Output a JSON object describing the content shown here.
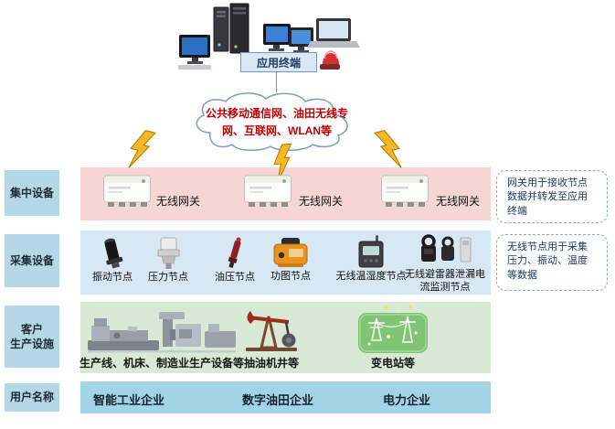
{
  "colors": {
    "band_centralized": "#f6d6d4",
    "band_collection": "#d7e7f3",
    "band_facilities": "#d8e9d4",
    "band_users": "#a3d4e6",
    "row_label_bg": "#b5d8e6",
    "cloud_text": "#c00000",
    "callout_text": "#1f3b66",
    "bolt": "#f2b924"
  },
  "top": {
    "app_terminal": "应用终端",
    "cloud_text": "公共移动通信网、油田无线专网、互联网、WLAN等"
  },
  "rows": {
    "centralized": {
      "label": "集中设备",
      "gateways": [
        {
          "label": "无线网关"
        },
        {
          "label": "无线网关"
        },
        {
          "label": "无线网关"
        }
      ]
    },
    "collection": {
      "label": "采集设备",
      "nodes": [
        {
          "label": "振动节点"
        },
        {
          "label": "压力节点"
        },
        {
          "label": "油压节点"
        },
        {
          "label": "功图节点"
        },
        {
          "label": "无线温湿度节点"
        },
        {
          "label": "无线避雷器泄漏电流监测节点"
        }
      ]
    },
    "facilities": {
      "label": "客户\n生产设施",
      "items": [
        {
          "label": "生产线、机床、制造业生产设备等"
        },
        {
          "label": "抽油机井等"
        },
        {
          "label": "变电站等"
        }
      ]
    },
    "users": {
      "label": "用户名称",
      "items": [
        {
          "label": "智能工业企业"
        },
        {
          "label": "数字油田企业"
        },
        {
          "label": "电力企业"
        }
      ]
    }
  },
  "callouts": [
    {
      "text": "网关用于接收节点数据并转发至应用终端"
    },
    {
      "text": "无线节点用于采集压力、振动、温度等数据"
    }
  ]
}
